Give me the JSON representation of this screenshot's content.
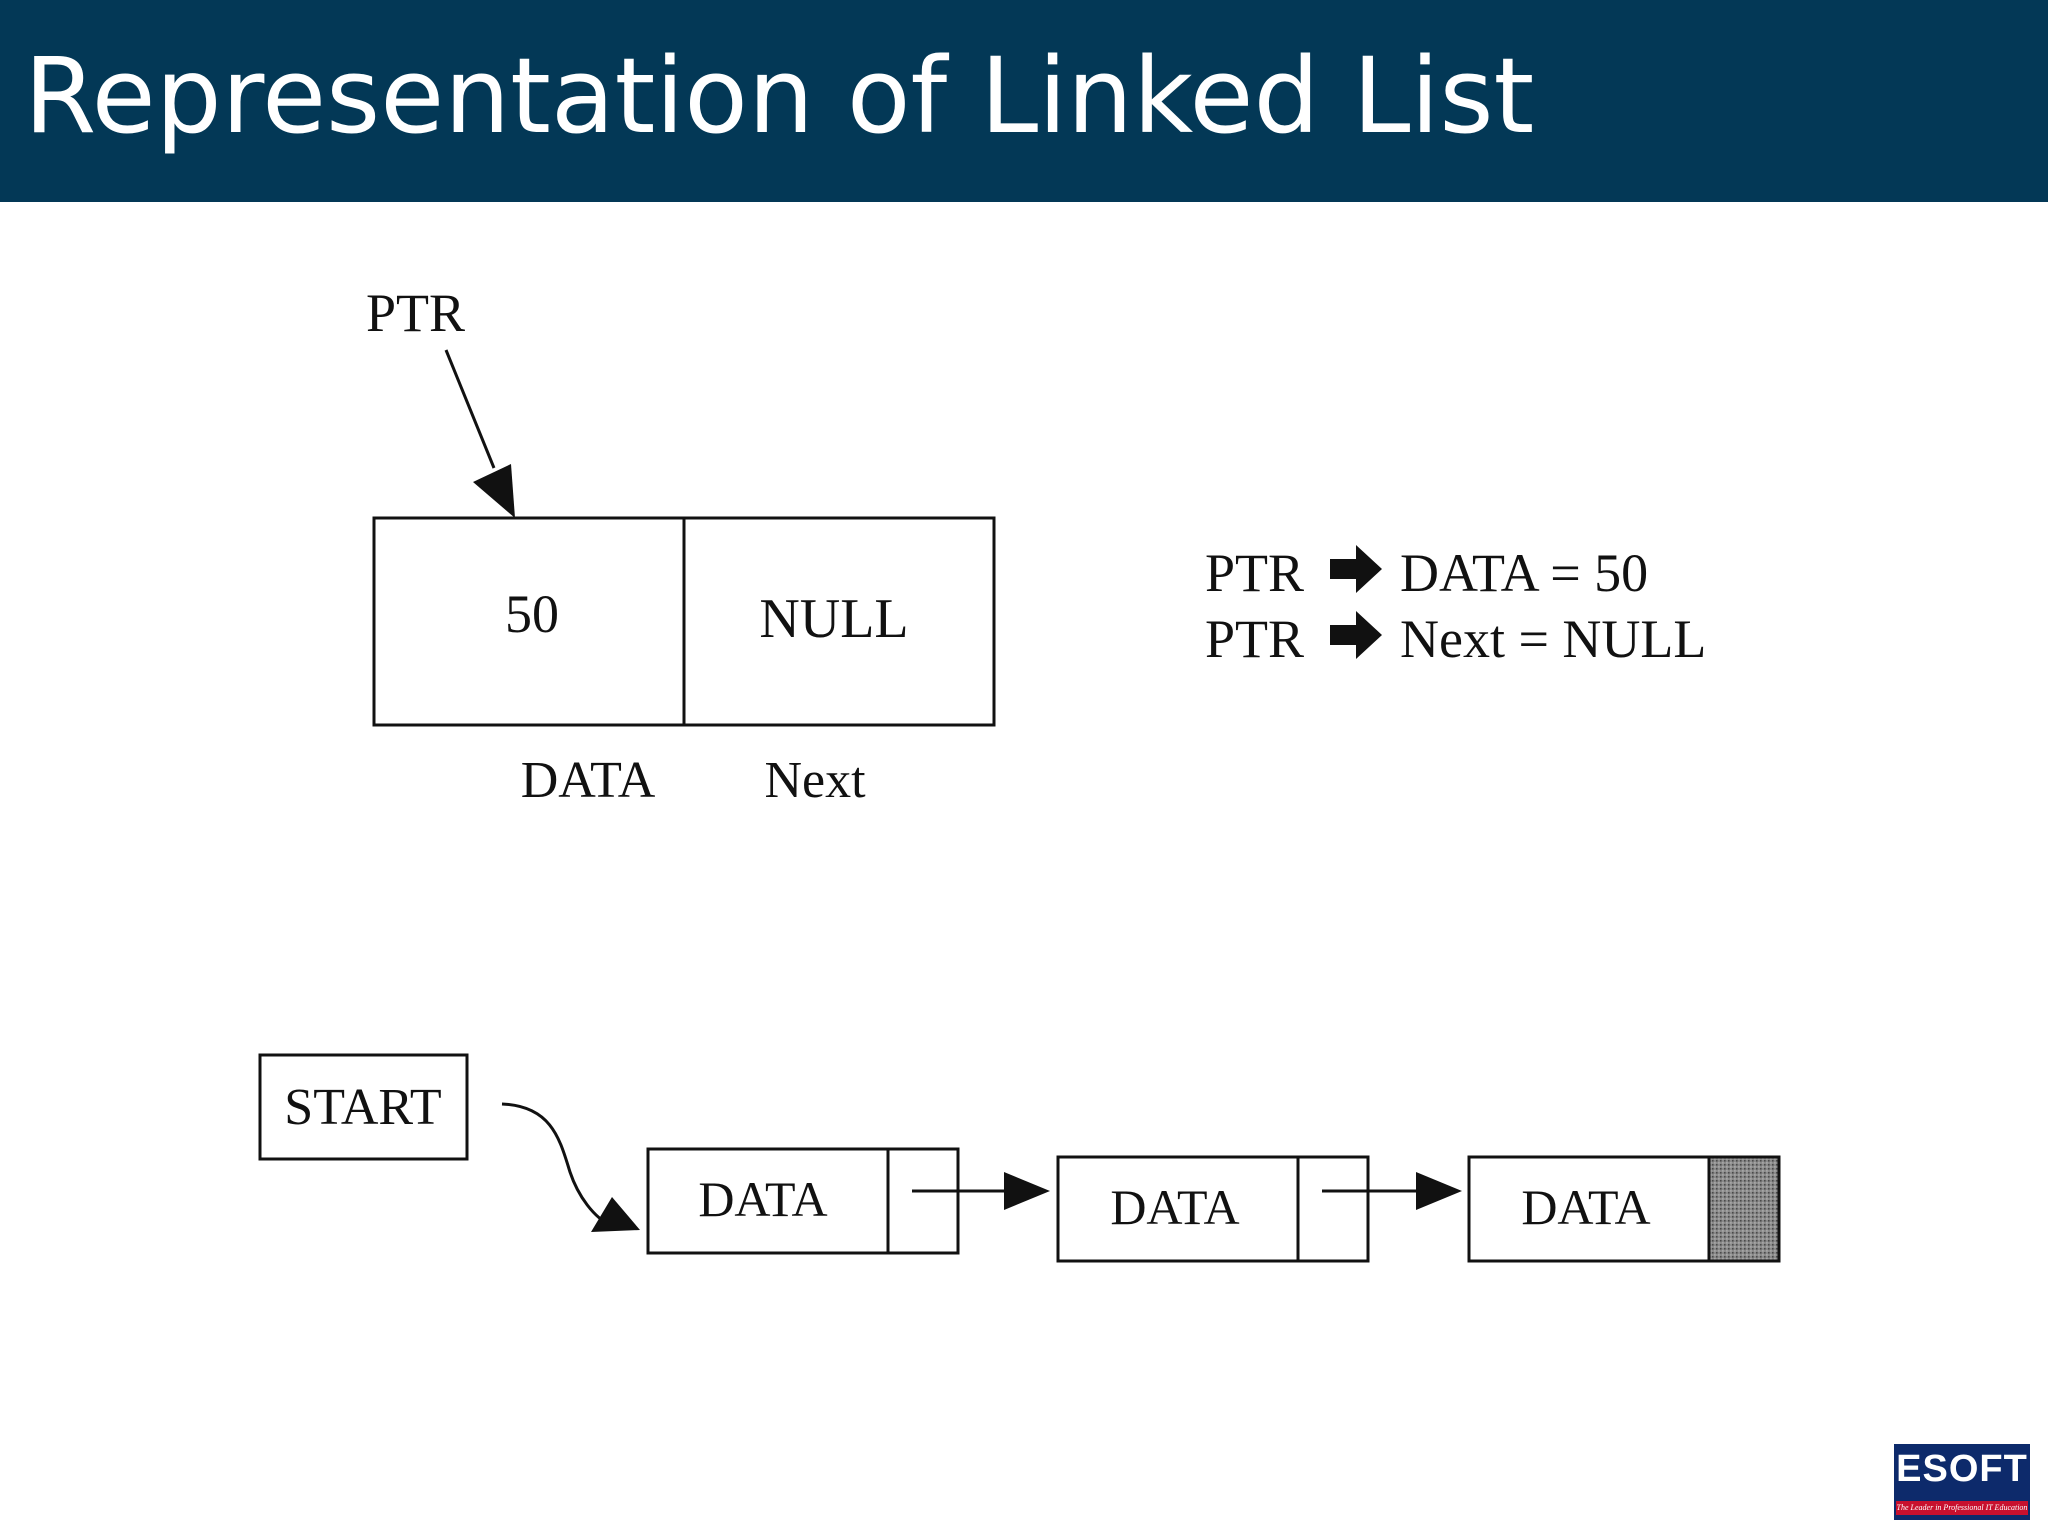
{
  "slide": {
    "title": "Representation of Linked List",
    "title_bar_color": "#033856"
  },
  "single_node": {
    "pointer_label": "PTR",
    "data_value": "50",
    "next_value": "NULL",
    "data_field_label": "DATA",
    "next_field_label": "Next"
  },
  "expressions": [
    {
      "pointer": "PTR",
      "field_eq": "DATA = 50"
    },
    {
      "pointer": "PTR",
      "field_eq": "Next = NULL"
    }
  ],
  "linked_chain": {
    "start_label": "START",
    "nodes": [
      {
        "data": "DATA"
      },
      {
        "data": "DATA"
      },
      {
        "data": "DATA"
      }
    ]
  },
  "logo": {
    "name": "ESOFT",
    "tagline": "The Leader in Professional IT Education",
    "colors": {
      "primary": "#0d2a6b",
      "accent": "#c8102e"
    }
  }
}
